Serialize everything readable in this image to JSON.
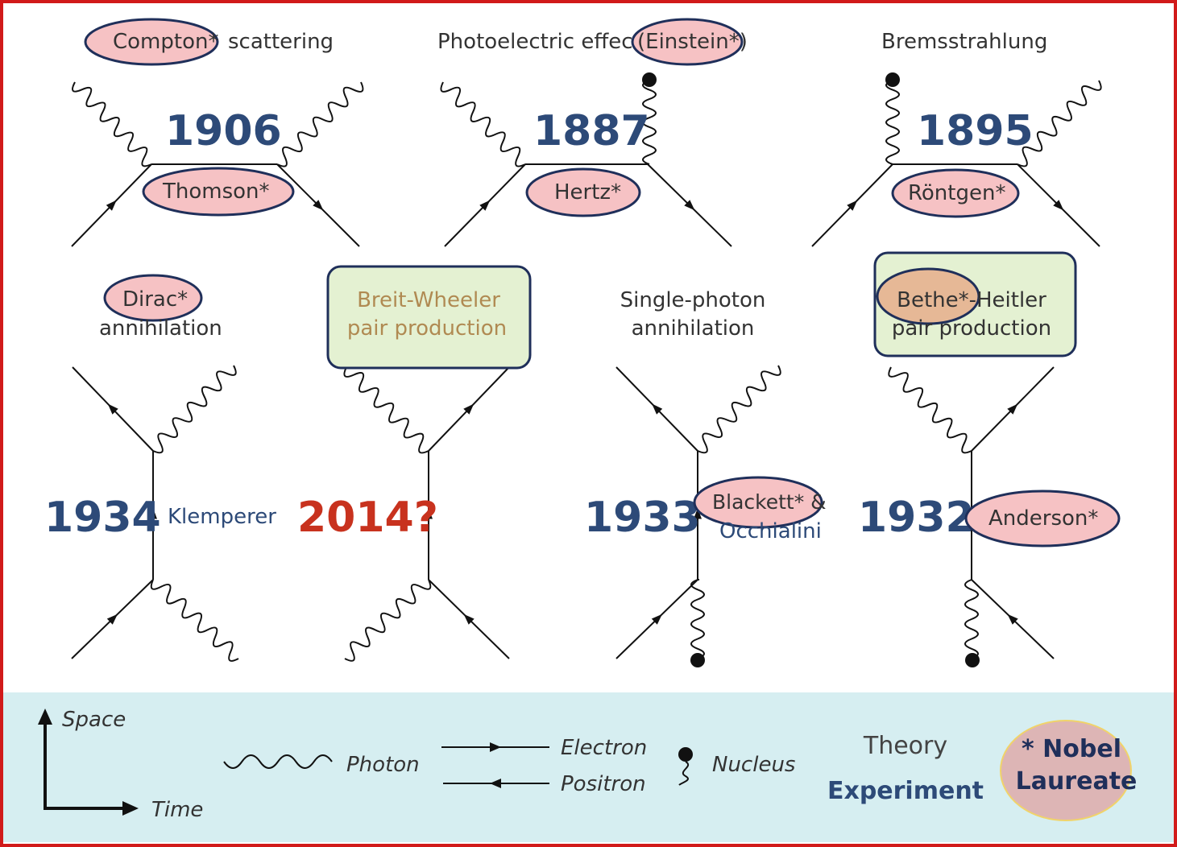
{
  "colors": {
    "frame_border": "#d11a1a",
    "year": "#2d4a78",
    "future_year": "#c8321e",
    "laureate_fill": "#f6c2c4",
    "laureate_stroke": "#1f2f5a",
    "theory_box_fill": "#e4f1d2",
    "theory_text": "#b08a52",
    "legend_band": "#d6eef1",
    "nobel_circle": "#ddb5b5"
  },
  "processes": {
    "compton": {
      "title_a": "Compton*",
      "title_b": "scattering",
      "year": "1906",
      "person": "Thomson*"
    },
    "photoelectric": {
      "title_a": "Photoelectric effect",
      "title_b": "(Einstein*)",
      "year": "1887",
      "person": "Hertz*"
    },
    "bremsstrahlung": {
      "title": "Bremsstrahlung",
      "year": "1895",
      "person": "Röntgen*"
    },
    "dirac": {
      "person": "Dirac*",
      "title": "annihilation",
      "year": "1934",
      "experimenter": "Klemperer"
    },
    "breit_wheeler": {
      "line1": "Breit-Wheeler",
      "line2": "pair production",
      "year": "2014?"
    },
    "single_photon": {
      "line1": "Single-photon",
      "line2": "annihilation",
      "year": "1933",
      "person_a": "Blackett* &",
      "person_b": "Occhialini"
    },
    "bethe_heitler": {
      "line1": "Bethe*-Heitler",
      "line2": "pair production",
      "year": "1932",
      "person": "Anderson*"
    }
  },
  "legend": {
    "space": "Space",
    "time": "Time",
    "photon": "Photon",
    "electron": "Electron",
    "positron": "Positron",
    "nucleus": "Nucleus",
    "theory": "Theory",
    "experiment": "Experiment",
    "nobel_line1": "* Nobel",
    "nobel_line2": "Laureate"
  }
}
